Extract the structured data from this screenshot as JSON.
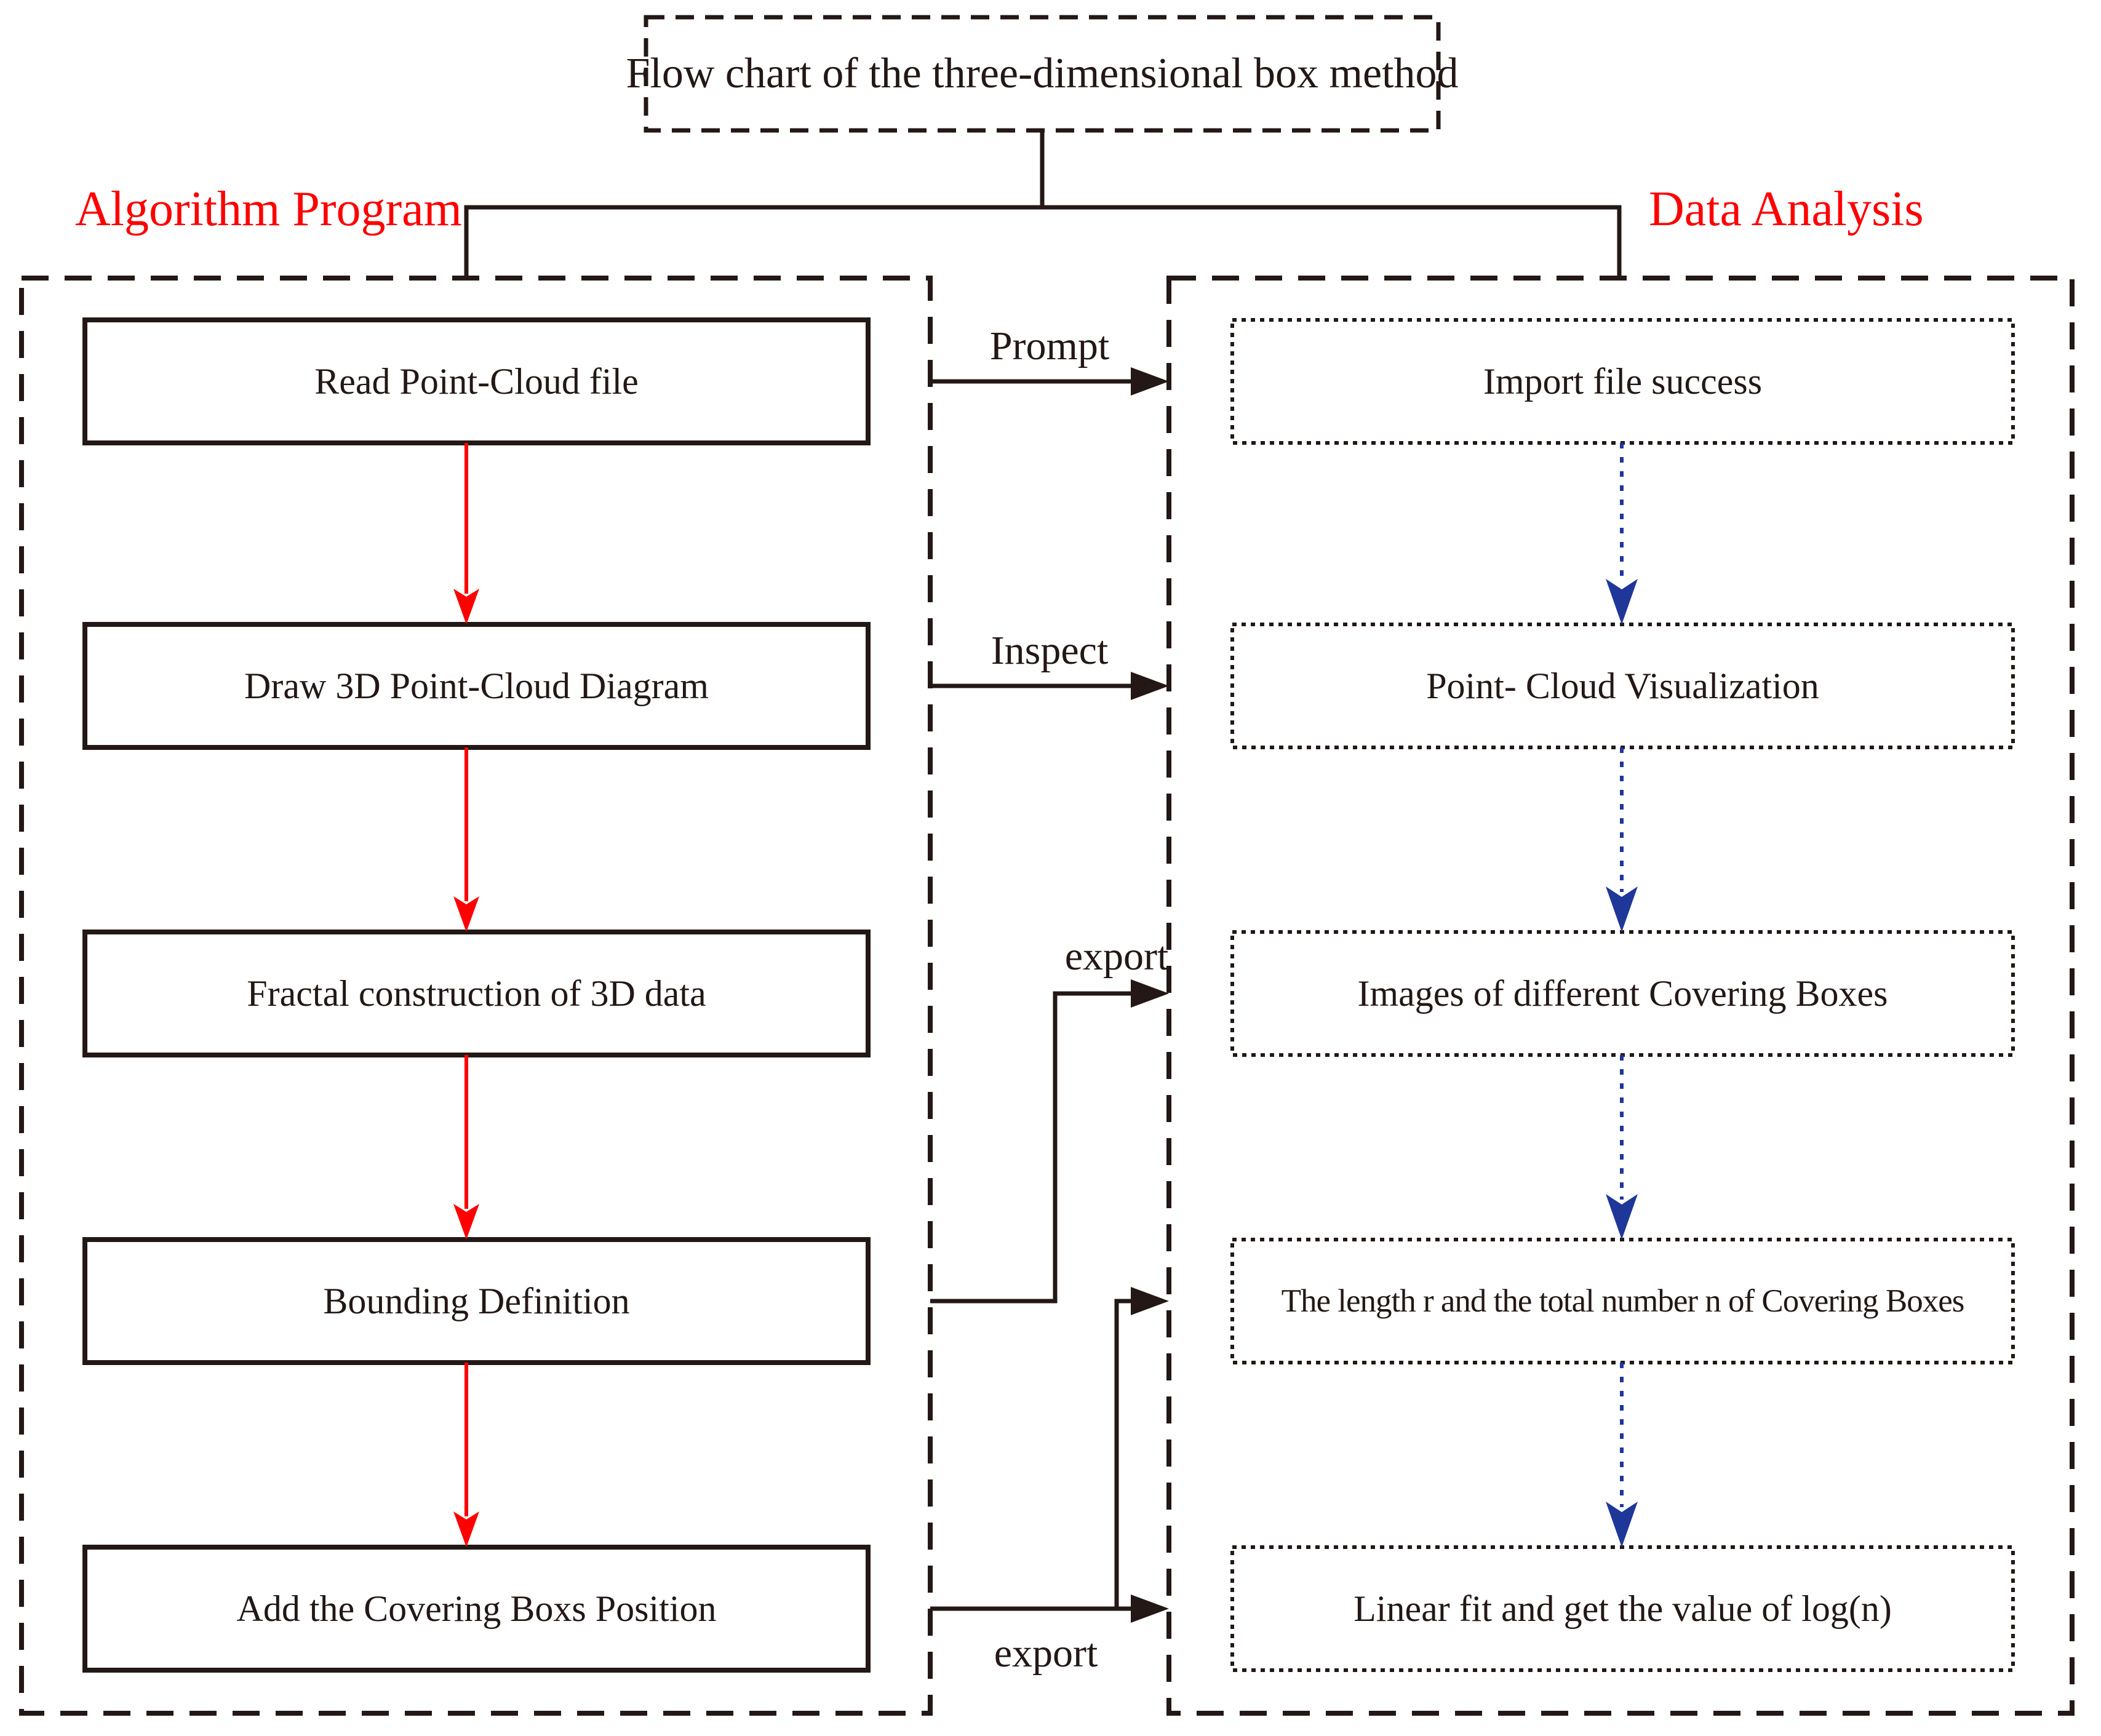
{
  "title": "Flow chart of the three-dimensional box method",
  "colors": {
    "ink": "#231815",
    "red": "#fe0000",
    "blue": "#1e3799"
  },
  "left_column": {
    "label": "Algorithm Program",
    "steps": [
      "Read Point-Cloud file",
      "Draw 3D Point-Cloud Diagram",
      "Fractal construction of 3D data",
      "Bounding Definition",
      "Add the Covering Boxs Position"
    ]
  },
  "right_column": {
    "label": "Data Analysis",
    "steps": [
      "Import file success",
      "Point- Cloud Visualization",
      "Images of different Covering Boxes",
      "The length r and the total number n of Covering Boxes",
      "Linear fit and get the value of log(n)"
    ]
  },
  "connectors": {
    "prompt": "Prompt",
    "inspect": "Inspect",
    "export_upper": "export",
    "export_lower": "export"
  }
}
